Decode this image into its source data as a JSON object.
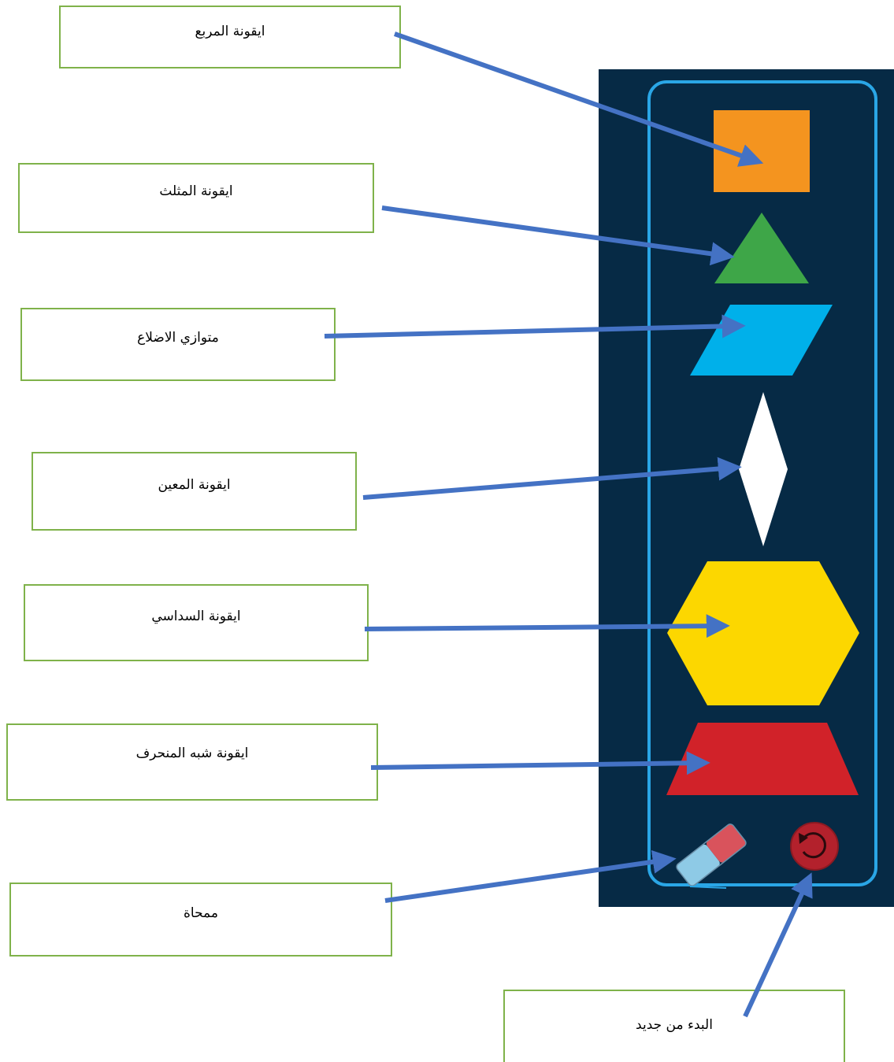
{
  "toolbar": {
    "background_color": "#062a45",
    "frame_color": "#2aa6e6",
    "tools": [
      {
        "name": "square",
        "color": "#f4941f",
        "icon": "square-icon"
      },
      {
        "name": "triangle",
        "color": "#3ea648",
        "icon": "triangle-icon"
      },
      {
        "name": "parallelogram",
        "color": "#00b0ea",
        "icon": "parallelogram-icon"
      },
      {
        "name": "rhombus",
        "color": "#ffffff",
        "icon": "rhombus-icon"
      },
      {
        "name": "hexagon",
        "color": "#fcd700",
        "icon": "hexagon-icon"
      },
      {
        "name": "trapezoid",
        "color": "#d12229",
        "icon": "trapezoid-icon"
      },
      {
        "name": "eraser",
        "icon": "eraser-icon"
      },
      {
        "name": "reset",
        "color": "#b3212c",
        "icon": "reset-icon"
      }
    ]
  },
  "callouts": {
    "square": "ايقونة المربع",
    "triangle": "ايقونة المثلث",
    "parallelogram": "متوازي الاضلاع",
    "rhombus": "ايقونة المعين",
    "hexagon": "ايقونة السداسي",
    "trapezoid": "ايقونة شبه المنحرف",
    "eraser": "ممحاة",
    "reset": "البدء من جديد"
  },
  "colors": {
    "callout_border": "#7fb24a",
    "arrow": "#4472c4"
  }
}
